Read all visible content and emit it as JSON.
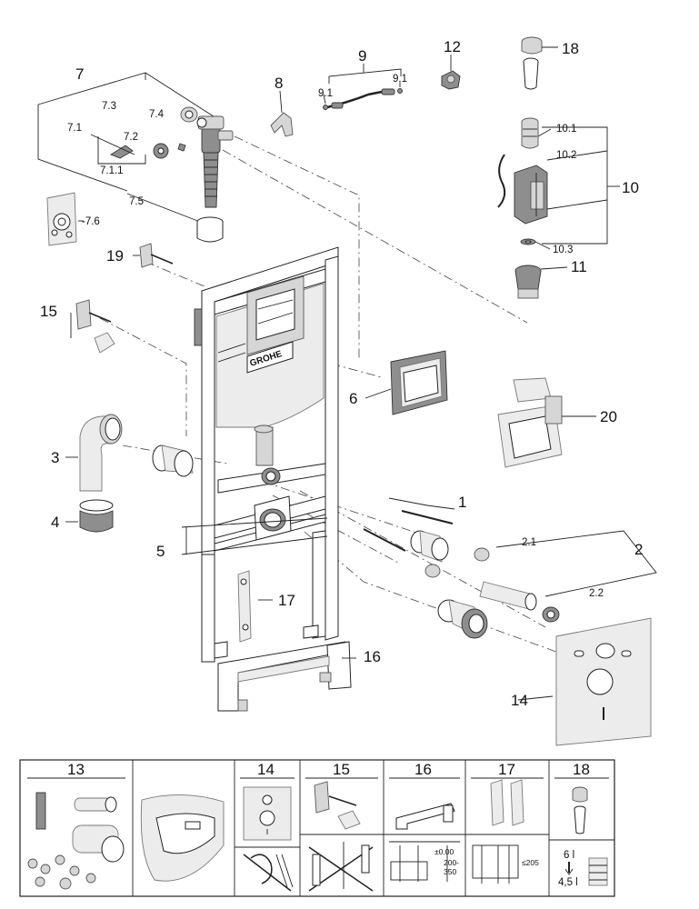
{
  "brand": "GROHE",
  "labels": {
    "l1": "1",
    "l2": "2",
    "l2_1": "2.1",
    "l2_2": "2.2",
    "l3": "3",
    "l4": "4",
    "l5": "5",
    "l6": "6",
    "l7": "7",
    "l7_1": "7.1",
    "l7_1_1": "7.1.1",
    "l7_2": "7.2",
    "l7_3": "7.3",
    "l7_4": "7.4",
    "l7_5": "7.5",
    "l7_6": "-7.6",
    "l8": "8",
    "l9": "9",
    "l9_1a": "9.1",
    "l9_1b": "9.1",
    "l10": "10",
    "l10_1": "10.1",
    "l10_2": "10.2",
    "l10_3": "10.3",
    "l11": "11",
    "l12": "12",
    "l14": "14",
    "l15": "15",
    "l16": "16",
    "l17": "17",
    "l18": "18",
    "l19": "19",
    "l20": "20"
  },
  "panels": {
    "p1_title": "13",
    "p3_title": "14",
    "p4_title": "15",
    "p5_title": "16",
    "p6_title": "17",
    "p7_title": "18"
  },
  "panel_notes": {
    "dim_zero": "±0.00",
    "dim_range_a": "200-",
    "dim_range_b": "350",
    "dim_max": "≤205",
    "vol_a": "6 l",
    "vol_b": "4,5 l"
  },
  "colors": {
    "line": "#222222",
    "fill_light": "#ececec",
    "fill_mid": "#d6d6d6",
    "fill_dark": "#8e8e8e"
  }
}
